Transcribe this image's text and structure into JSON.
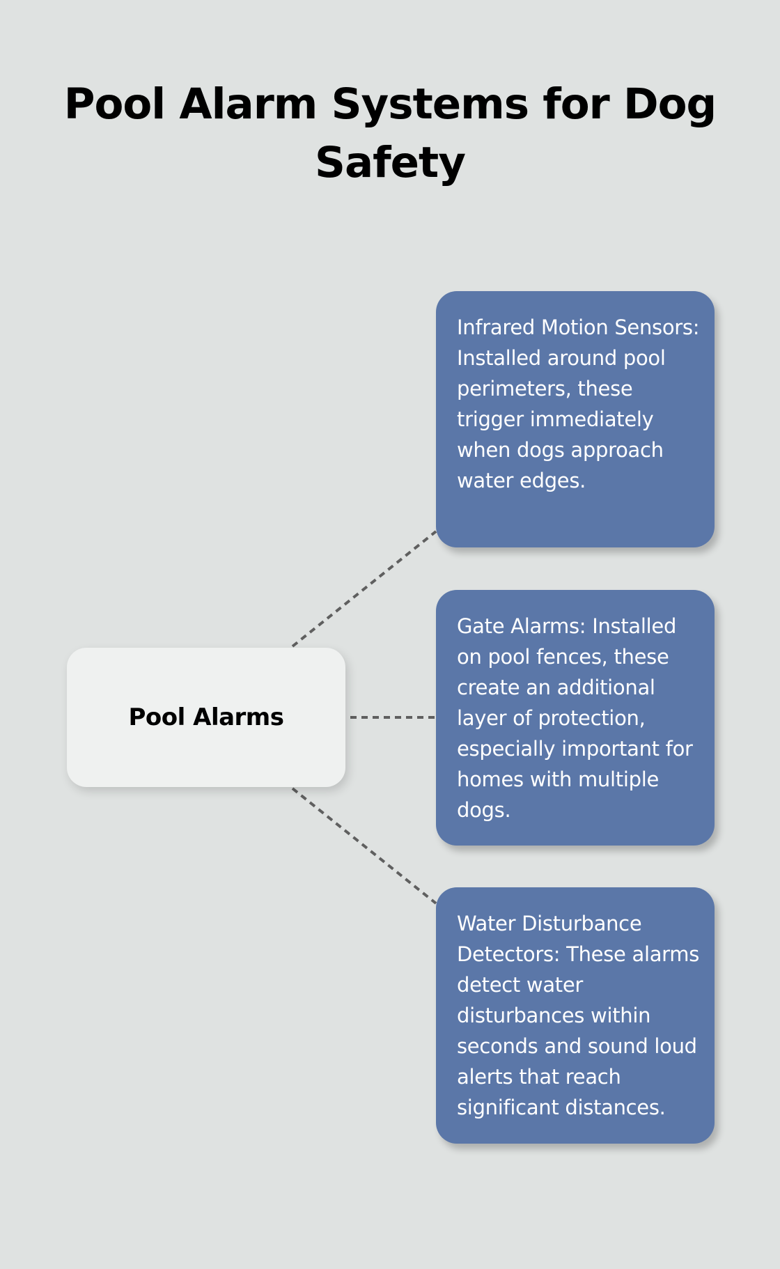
{
  "title": "Pool Alarm Systems for Dog Safety",
  "center_node": {
    "label": "Pool Alarms",
    "background": "#eff1f0"
  },
  "cards": [
    {
      "text": "Infrared Motion Sensors: Installed around pool perimeters, these trigger immediately when dogs approach water edges."
    },
    {
      "text": "Gate Alarms: Installed on pool fences, these create an additional layer of protection, especially important for homes with multiple dogs."
    },
    {
      "text": "Water Disturbance Detectors: These alarms detect water disturbances within seconds and sound loud alerts that reach significant distances."
    }
  ],
  "colors": {
    "background": "#dfe2e1",
    "card": "#5b77a8",
    "card_text": "#ffffff",
    "connector": "#5f5f5f"
  }
}
